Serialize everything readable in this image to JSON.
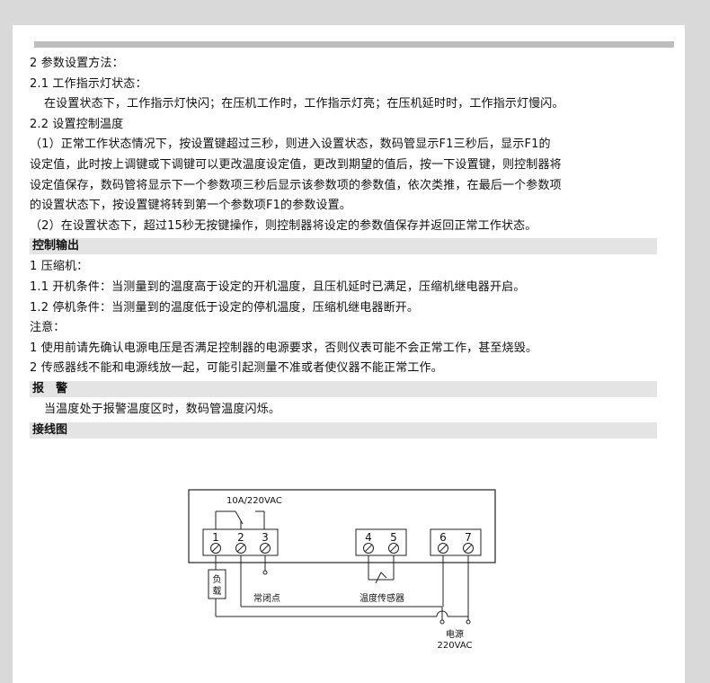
{
  "doc": {
    "lines": [
      "2 参数设置方法：",
      "2.1 工作指示灯状态：",
      "在设置状态下，工作指示灯快闪；在压机工作时，工作指示灯亮；在压机延时时，工作指示灯慢闪。",
      "2.2 设置控制温度",
      "（1）正常工作状态情况下，按设置键超过三秒，则进入设置状态，数码管显示F1三秒后，显示F1的",
      "设定值，此时按上调键或下调键可以更改温度设定值，更改到期望的值后，按一下设置键，则控制器将",
      "设定值保存，数码管将显示下一个参数项三秒后显示该参数项的参数值，依次类推，在最后一个参数项",
      "的设置状态下，按设置键将转到第一个参数项F1的参数设置。",
      "（2）在设置状态下，超过15秒无按键操作，则控制器将设定的参数值保存并返回正常工作状态。"
    ],
    "control_output": {
      "heading": "控制输出",
      "lines": [
        "1 压缩机：",
        "1.1 开机条件：当测量到的温度高于设定的开机温度，且压机延时已满足，压缩机继电器开启。",
        "1.2 停机条件：当测量到的温度低于设定的停机温度，压缩机继电器断开。",
        "注意：",
        "1 使用前请先确认电源电压是否满足控制器的电源要求，否则仪表可能不会正常工作，甚至烧毁。",
        "2 传感器线不能和电源线放一起，可能引起测量不准或者使仪器不能正常工作。"
      ]
    },
    "alarm": {
      "heading": "报　警",
      "text": "当温度处于报警温度区时，数码管温度闪烁。"
    },
    "wiring": {
      "heading": "接线图",
      "relay_rating": "10A/220VAC",
      "terminals": [
        "1",
        "2",
        "3",
        "4",
        "5",
        "6",
        "7"
      ],
      "load_label_1": "负",
      "load_label_2": "载",
      "nc_label": "常闭点",
      "sensor_label": "温度传感器",
      "power_label_1": "电源",
      "power_label_2": "220VAC"
    }
  }
}
